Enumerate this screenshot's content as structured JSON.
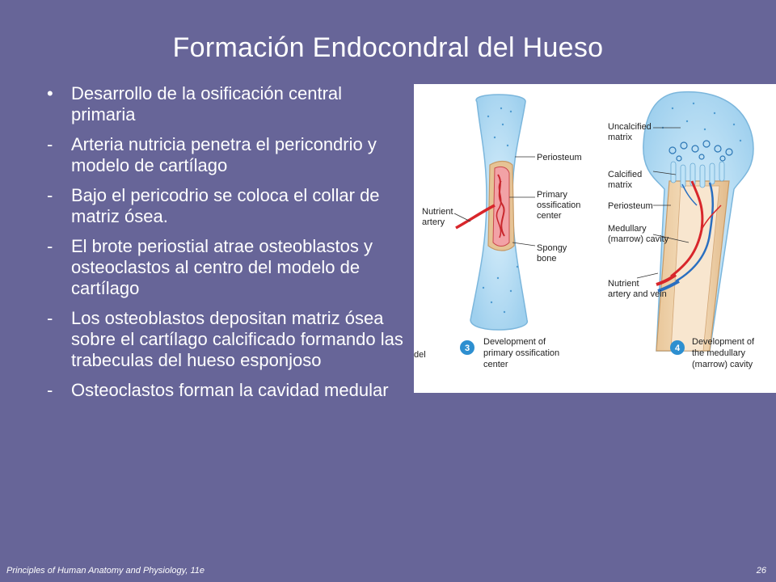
{
  "slide": {
    "title": "Formación Endocondral del Hueso",
    "bullets": [
      {
        "marker": "•",
        "text": "Desarrollo de la osificación central primaria"
      },
      {
        "marker": "-",
        "text": "Arteria nutricia penetra el pericondrio y modelo de cartílago"
      },
      {
        "marker": "-",
        "text": "Bajo el pericodrio se coloca el collar de matriz ósea."
      },
      {
        "marker": "-",
        "text": "El brote periostial atrae osteoblastos y osteoclastos al centro del modelo de cartílago"
      },
      {
        "marker": "-",
        "text": "Los osteoblastos depositan matriz ósea  sobre el cartílago calcificado formando las trabeculas del hueso esponjoso"
      },
      {
        "marker": "-",
        "text": "Osteoclastos forman la cavidad medular"
      }
    ]
  },
  "figure": {
    "labels": {
      "periosteum_left": "Periosteum",
      "primary_ossification_1": "Primary",
      "primary_ossification_2": "ossification",
      "primary_ossification_3": "center",
      "spongy_1": "Spongy",
      "spongy_2": "bone",
      "nutrient_1": "Nutrient",
      "nutrient_2": "artery",
      "uncalcified_1": "Uncalcified",
      "uncalcified_2": "matrix",
      "calcified_1": "Calcified",
      "calcified_2": "matrix",
      "periosteum_right": "Periosteum",
      "medullary_1": "Medullary",
      "medullary_2": "(marrow) cavity",
      "nutrient_av_1": "Nutrient",
      "nutrient_av_2": "artery and vein",
      "edge_fragment": "del"
    },
    "steps": [
      {
        "number": "3",
        "line1": "Development of",
        "line2": "primary ossification",
        "line3": "center"
      },
      {
        "number": "4",
        "line1": "Development of",
        "line2": "the medullary",
        "line3": "(marrow) cavity"
      }
    ],
    "colors": {
      "badge": "#2d8fd0",
      "cartilage": "#bfe3f7",
      "artery": "#d8262b",
      "vein": "#2a6fc0"
    }
  },
  "footer": {
    "left": "Principles of Human Anatomy and Physiology, 11e",
    "right": "26"
  }
}
